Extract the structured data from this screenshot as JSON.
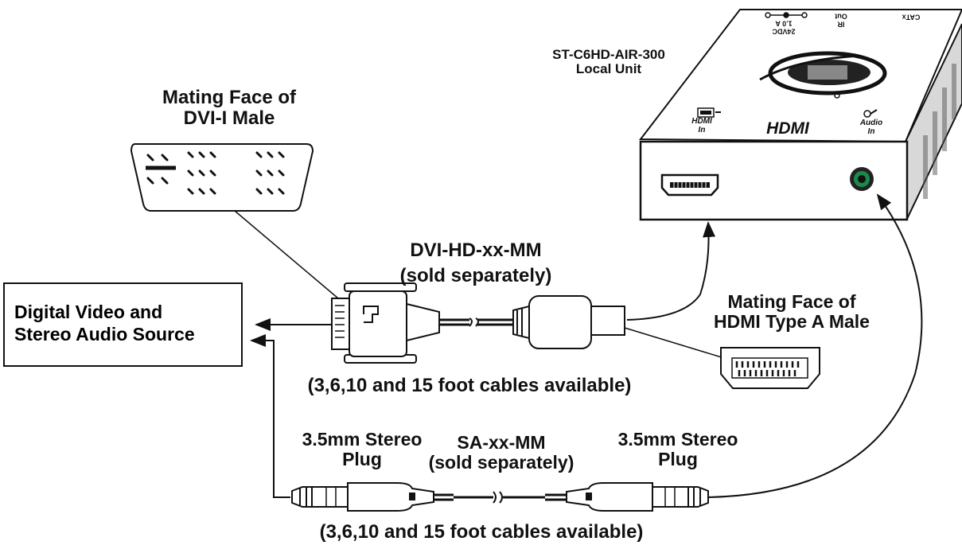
{
  "source_box": {
    "line1": "Digital Video and",
    "line2": "Stereo Audio Source"
  },
  "dvi_face": {
    "line1": "Mating Face of",
    "line2": "DVI-I Male"
  },
  "dvi_cable": {
    "model": "DVI-HD-xx-MM",
    "note": "(sold separately)",
    "lengths": "(3,6,10 and 15 foot cables available)"
  },
  "hdmi_face": {
    "line1": "Mating Face of",
    "line2": "HDMI Type A Male"
  },
  "local_unit": {
    "model": "ST-C6HD-AIR-300",
    "name": "Local Unit",
    "front_label": "HDMI",
    "hdmi_in_line1": "HDMI",
    "hdmi_in_line2": "In",
    "audio_in_line1": "Audio",
    "audio_in_line2": "In",
    "top_power_line1": "24VDC",
    "top_power_line2": "1.0 A",
    "top_ir_line1": "IR",
    "top_ir_line2": "Out",
    "top_catx": "CATx"
  },
  "audio_cable": {
    "left_plug_line1": "3.5mm Stereo",
    "left_plug_line2": "Plug",
    "model": "SA-xx-MM",
    "note": "(sold separately)",
    "right_plug_line1": "3.5mm Stereo",
    "right_plug_line2": "Plug",
    "lengths": "(3,6,10 and 15 foot cables available)"
  }
}
